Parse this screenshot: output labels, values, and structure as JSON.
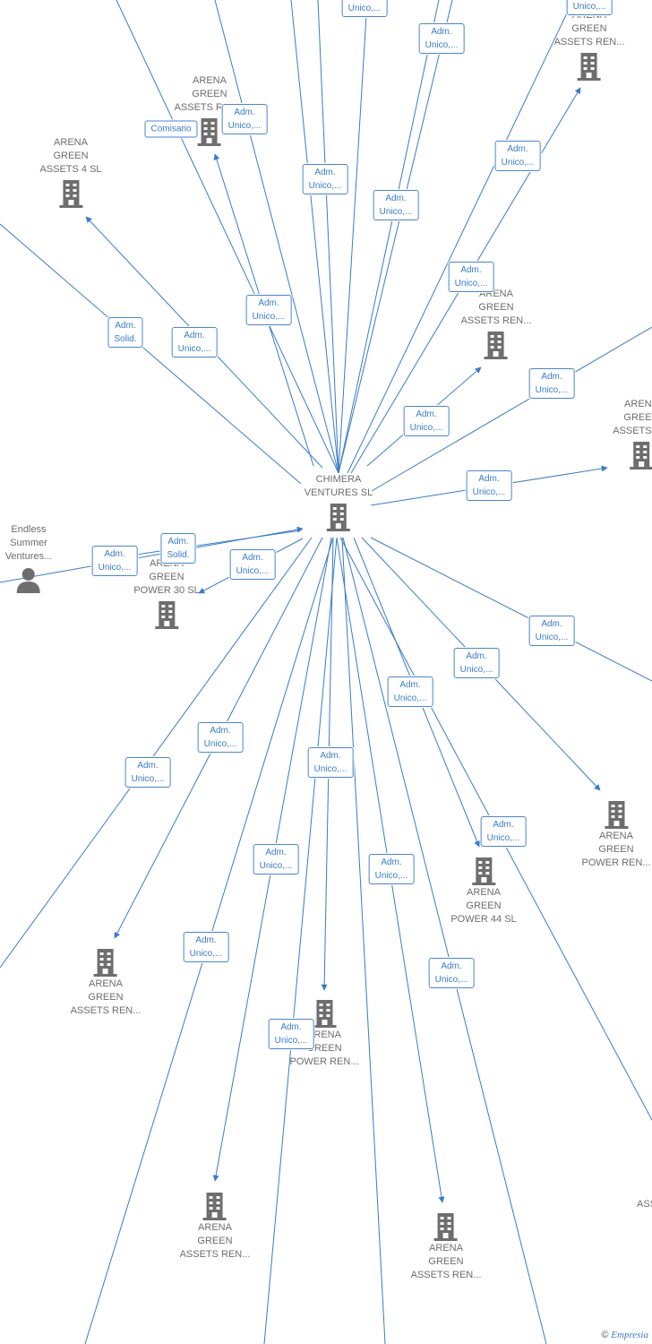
{
  "colors": {
    "edge": "#3a7bc8",
    "node_text": "#6d6d6d",
    "icon": "#6e6e6e"
  },
  "brand": {
    "symbol": "©",
    "name": "Empresia"
  },
  "nodes": [
    {
      "id": "center",
      "label": [
        "CHIMERA",
        "VENTURES  SL"
      ],
      "icon": "building-icon"
    },
    {
      "id": "person",
      "label": [
        "Endless",
        "Summer",
        "Ventures..."
      ],
      "icon": "person-icon"
    },
    {
      "id": "ag4",
      "label": [
        "ARENA",
        "GREEN",
        "ASSETS 4  SL"
      ],
      "icon": "building-icon"
    },
    {
      "id": "agtop",
      "label": [
        "ARENA",
        "GREEN",
        "ASSETS REN..."
      ],
      "icon": "building-icon"
    },
    {
      "id": "agtr",
      "label": [
        "ARENA",
        "GREEN",
        "ASSETS REN..."
      ],
      "icon": "building-icon"
    },
    {
      "id": "agmid",
      "label": [
        "ARENA",
        "GREEN",
        "ASSETS REN..."
      ],
      "icon": "building-icon"
    },
    {
      "id": "agright",
      "label": [
        "ARENA",
        "GREEN",
        "ASSETS R..."
      ],
      "icon": "building-icon"
    },
    {
      "id": "ap30",
      "label": [
        "ARENA",
        "GREEN",
        "POWER 30  SL"
      ],
      "icon": "building-icon"
    },
    {
      "id": "apren1",
      "label": [
        "ARENA",
        "GREEN",
        "POWER REN..."
      ],
      "icon": "building-icon"
    },
    {
      "id": "ap44",
      "label": [
        "ARENA",
        "GREEN",
        "POWER 44  SL"
      ],
      "icon": "building-icon"
    },
    {
      "id": "agren_bl",
      "label": [
        "ARENA",
        "GREEN",
        "ASSETS REN..."
      ],
      "icon": "building-icon"
    },
    {
      "id": "apren2",
      "label": [
        "ARENA",
        "GREEN",
        "POWER REN..."
      ],
      "icon": "building-icon"
    },
    {
      "id": "agren_b1",
      "label": [
        "ARENA",
        "GREEN",
        "ASSETS REN..."
      ],
      "icon": "building-icon"
    },
    {
      "id": "agren_b2",
      "label": [
        "ARENA",
        "GREEN",
        "ASSETS REN..."
      ],
      "icon": "building-icon"
    },
    {
      "id": "ass_edge",
      "label": [
        "ASS"
      ],
      "icon": ""
    }
  ],
  "relations": [
    {
      "label": [
        "Adm.",
        "Unico,..."
      ]
    },
    {
      "label": [
        "Adm.",
        "Unico,..."
      ]
    },
    {
      "label": [
        "Adm.",
        "Unico,..."
      ]
    },
    {
      "label": [
        "Comisario"
      ]
    },
    {
      "label": [
        "Adm.",
        "Unico,..."
      ]
    },
    {
      "label": [
        "Adm.",
        "Unico,..."
      ]
    },
    {
      "label": [
        "Adm.",
        "Unico,..."
      ]
    },
    {
      "label": [
        "Adm.",
        "Unico,..."
      ]
    },
    {
      "label": [
        "Adm.",
        "Unico,..."
      ]
    },
    {
      "label": [
        "Adm.",
        "Solid."
      ]
    },
    {
      "label": [
        "Adm.",
        "Unico,..."
      ]
    },
    {
      "label": [
        "Adm.",
        "Unico,..."
      ]
    },
    {
      "label": [
        "Adm.",
        "Unico,..."
      ]
    },
    {
      "label": [
        "Adm.",
        "Unico,..."
      ]
    },
    {
      "label": [
        "Adm.",
        "Unico,..."
      ]
    },
    {
      "label": [
        "Adm.",
        "Solid."
      ]
    },
    {
      "label": [
        "Adm.",
        "Unico,..."
      ]
    },
    {
      "label": [
        "Adm.",
        "Unico,..."
      ]
    },
    {
      "label": [
        "Adm.",
        "Unico,..."
      ]
    },
    {
      "label": [
        "Adm.",
        "Unico,..."
      ]
    },
    {
      "label": [
        "Adm.",
        "Unico,..."
      ]
    },
    {
      "label": [
        "Adm.",
        "Unico,..."
      ]
    },
    {
      "label": [
        "Adm.",
        "Unico,..."
      ]
    },
    {
      "label": [
        "Adm.",
        "Unico,..."
      ]
    },
    {
      "label": [
        "Adm.",
        "Unico,..."
      ]
    },
    {
      "label": [
        "Adm.",
        "Unico,..."
      ]
    },
    {
      "label": [
        "Adm.",
        "Unico,..."
      ]
    },
    {
      "label": [
        "Adm.",
        "Unico,..."
      ]
    },
    {
      "label": [
        "Adm.",
        "Unico,..."
      ]
    },
    {
      "label": [
        "Adm.",
        "Unico,..."
      ]
    }
  ]
}
